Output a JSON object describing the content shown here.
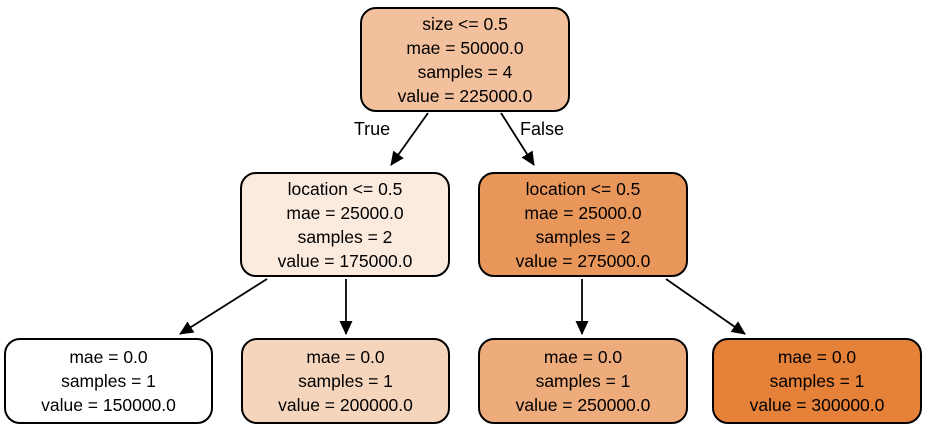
{
  "diagram_type": "decision-tree-regression",
  "colors": {
    "background": "#ffffff",
    "node_border": "#000000",
    "edge": "#000000",
    "text": "#000000"
  },
  "edge_labels": {
    "left": "True",
    "right": "False"
  },
  "nodes": {
    "root": {
      "fill": "#f2c09c",
      "lines": [
        "size <= 0.5",
        "mae = 50000.0",
        "samples = 4",
        "value = 225000.0"
      ]
    },
    "split_left": {
      "fill": "#fbeade",
      "lines": [
        "location <= 0.5",
        "mae = 25000.0",
        "samples = 2",
        "value = 175000.0"
      ]
    },
    "split_right": {
      "fill": "#e9965a",
      "lines": [
        "location <= 0.5",
        "mae = 25000.0",
        "samples = 2",
        "value = 275000.0"
      ]
    },
    "leaf_1": {
      "fill": "#ffffff",
      "lines": [
        "mae = 0.0",
        "samples = 1",
        "value = 150000.0"
      ]
    },
    "leaf_2": {
      "fill": "#f6d5bd",
      "lines": [
        "mae = 0.0",
        "samples = 1",
        "value = 200000.0"
      ]
    },
    "leaf_3": {
      "fill": "#eeab7b",
      "lines": [
        "mae = 0.0",
        "samples = 1",
        "value = 250000.0"
      ]
    },
    "leaf_4": {
      "fill": "#e58139",
      "lines": [
        "mae = 0.0",
        "samples = 1",
        "value = 300000.0"
      ]
    }
  },
  "tree": {
    "root": "size <= 0.5",
    "true_branch": {
      "node": "location <= 0.5",
      "children_values": [
        150000.0,
        200000.0
      ]
    },
    "false_branch": {
      "node": "location <= 0.5",
      "children_values": [
        250000.0,
        300000.0
      ]
    }
  }
}
